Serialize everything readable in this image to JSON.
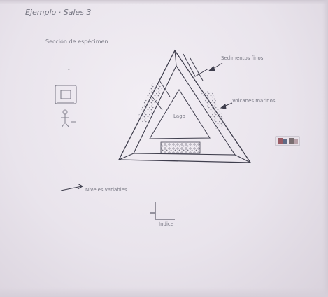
{
  "sketch": {
    "title": "Ejemplo · Sales 3",
    "legend_note": "Sección de espécimen",
    "legend_arrow_glyph": "↓",
    "right_note_top": "Sedimentos finos",
    "right_note_mid": "Volcanes marinos",
    "center_label": "Lago",
    "bottom_left_note": "Niveles variables",
    "axis_note": "Índice"
  }
}
